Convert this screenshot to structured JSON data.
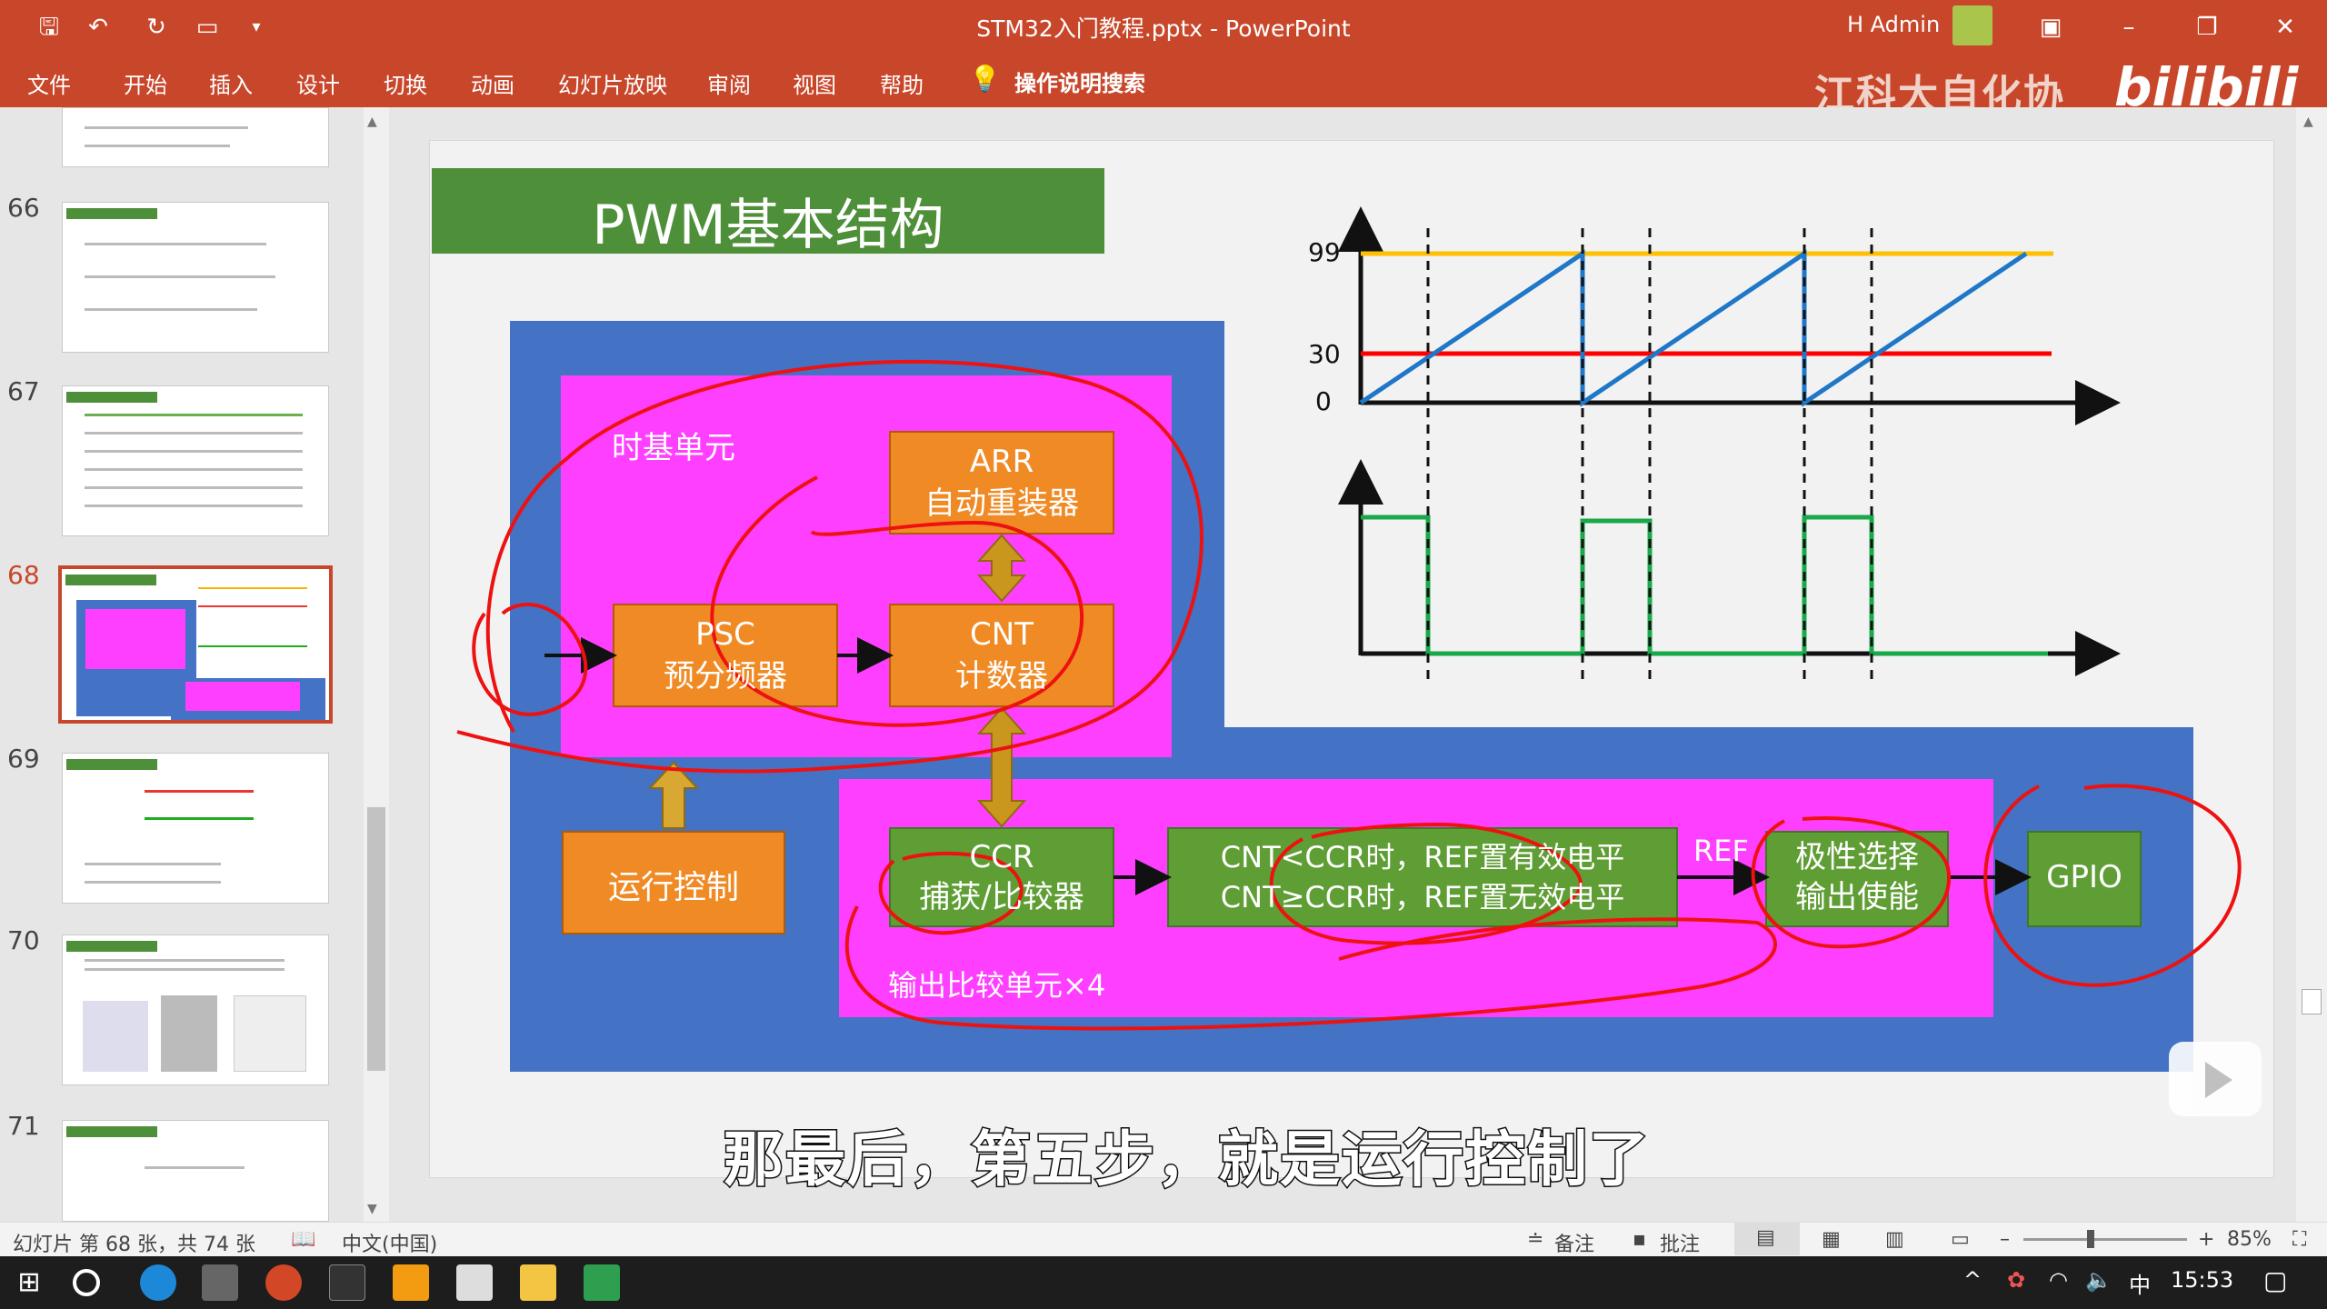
{
  "window": {
    "title": "STM32入门教程.pptx  -  PowerPoint",
    "user": "H Admin"
  },
  "ribbon": {
    "tabs": [
      "文件",
      "开始",
      "插入",
      "设计",
      "切换",
      "动画",
      "幻灯片放映",
      "审阅",
      "视图",
      "帮助"
    ],
    "tell_me": "操作说明搜索",
    "watermark": "江科大自化协",
    "logo": "bilibili"
  },
  "thumbnails": [
    {
      "num": "66"
    },
    {
      "num": "67"
    },
    {
      "num": "68"
    },
    {
      "num": "69"
    },
    {
      "num": "70"
    },
    {
      "num": "71"
    }
  ],
  "slide": {
    "title": "PWM基本结构",
    "timebase_label": "时基单元",
    "arr_l1": "ARR",
    "arr_l2": "自动重装器",
    "psc_l1": "PSC",
    "psc_l2": "预分频器",
    "cnt_l1": "CNT",
    "cnt_l2": "计数器",
    "run_ctrl": "运行控制",
    "ccr_l1": "CCR",
    "ccr_l2": "捕获/比较器",
    "cmp_l1": "CNT<CCR时，REF置有效电平",
    "cmp_l2": "CNT≥CCR时，REF置无效电平",
    "ref": "REF",
    "pol_l1": "极性选择",
    "pol_l2": "输出使能",
    "gpio": "GPIO",
    "oc_label": "输出比较单元×4",
    "y99": "99",
    "y30": "30",
    "y0": "0"
  },
  "subtitle": "那最后，第五步，就是运行控制了",
  "status": {
    "slide_info": "幻灯片 第 68 张，共 74 张",
    "language": "中文(中国)",
    "notes": "备注",
    "comments": "批注",
    "zoom": "85%"
  },
  "taskbar": {
    "time": "15:53",
    "ime": "中"
  },
  "colors": {
    "accent": "#c8472b",
    "blue": "#4472c4",
    "magenta": "#ff3fff",
    "orange": "#f08a24",
    "green": "#5f9e35",
    "title_green": "#4e8f39"
  }
}
